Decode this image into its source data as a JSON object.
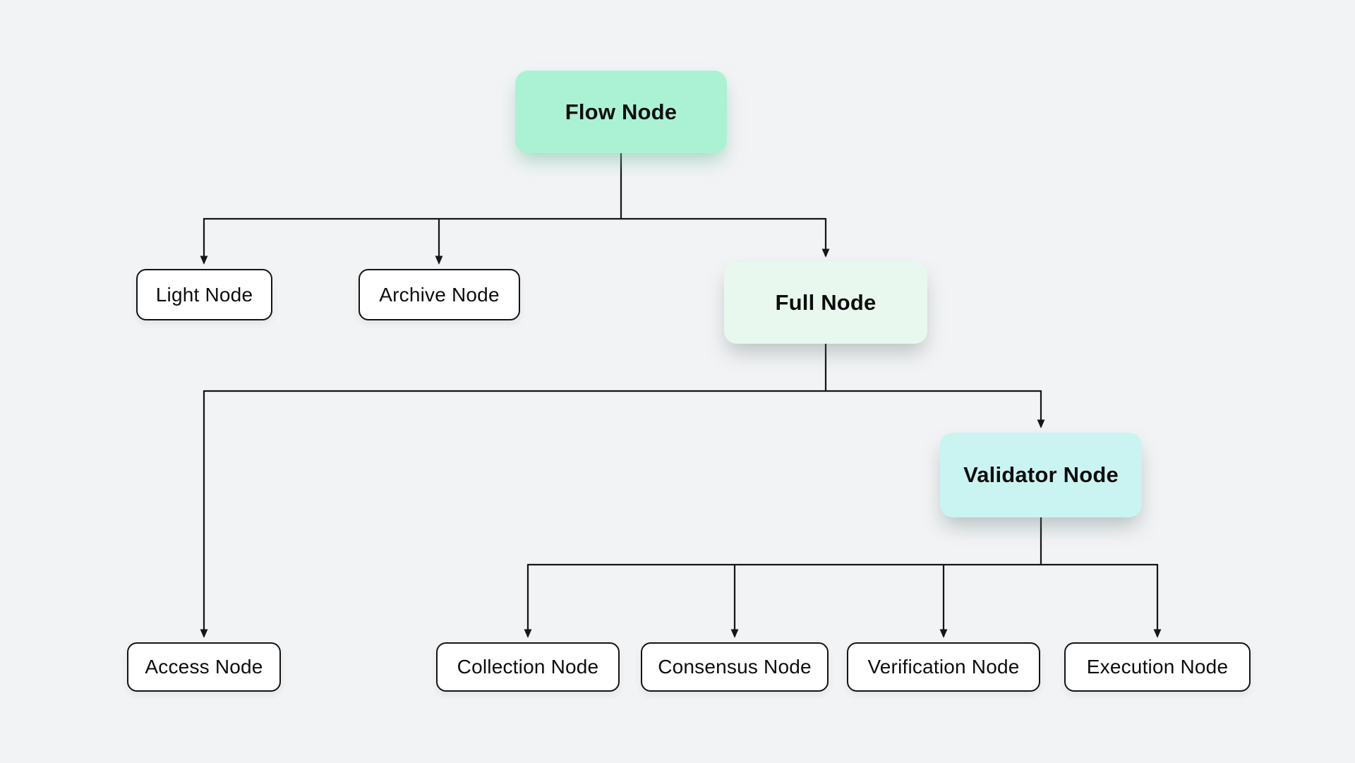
{
  "diagram": {
    "background_color": "#f2f3f5",
    "line_color": "#161616",
    "nodes": [
      {
        "id": "flow",
        "label": "Flow Node",
        "fill": "#abf2d4",
        "variant": "primary"
      },
      {
        "id": "light",
        "label": "Light Node",
        "fill": "#ffffff",
        "variant": "outline"
      },
      {
        "id": "archive",
        "label": "Archive Node",
        "fill": "#ffffff",
        "variant": "outline"
      },
      {
        "id": "full",
        "label": "Full Node",
        "fill": "#e9f8ef",
        "variant": "primary"
      },
      {
        "id": "access",
        "label": "Access Node",
        "fill": "#ffffff",
        "variant": "outline"
      },
      {
        "id": "validator",
        "label": "Validator Node",
        "fill": "#caf4f2",
        "variant": "primary"
      },
      {
        "id": "collection",
        "label": "Collection Node",
        "fill": "#ffffff",
        "variant": "outline"
      },
      {
        "id": "consensus",
        "label": "Consensus Node",
        "fill": "#ffffff",
        "variant": "outline"
      },
      {
        "id": "verification",
        "label": "Verification Node",
        "fill": "#ffffff",
        "variant": "outline"
      },
      {
        "id": "execution",
        "label": "Execution Node",
        "fill": "#ffffff",
        "variant": "outline"
      }
    ],
    "edges": [
      {
        "from": "flow",
        "to": "light"
      },
      {
        "from": "flow",
        "to": "archive"
      },
      {
        "from": "flow",
        "to": "full"
      },
      {
        "from": "full",
        "to": "access"
      },
      {
        "from": "full",
        "to": "validator"
      },
      {
        "from": "validator",
        "to": "collection"
      },
      {
        "from": "validator",
        "to": "consensus"
      },
      {
        "from": "validator",
        "to": "verification"
      },
      {
        "from": "validator",
        "to": "execution"
      }
    ]
  }
}
